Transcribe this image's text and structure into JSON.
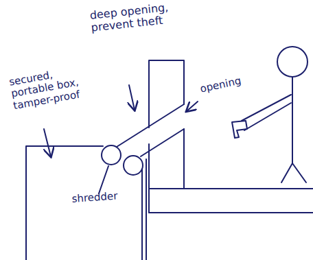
{
  "diagram": {
    "labels": [
      "deep opening, prevent theft",
      "secured, portable box, tamper-proof",
      "opening",
      "shredder"
    ]
  }
}
